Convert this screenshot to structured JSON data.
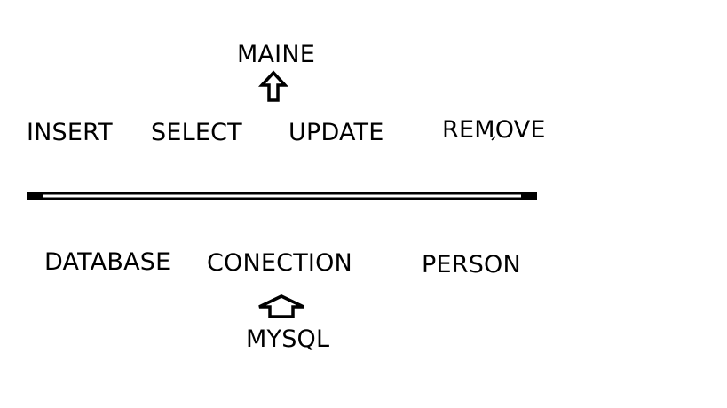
{
  "top_label": "MAINE",
  "operations": [
    "INSERT",
    "SELECT",
    "UPDATE",
    "REMOVE"
  ],
  "components": [
    "DATABASE",
    "CONECTION",
    "PERSON"
  ],
  "bottom_label": "MYSQL",
  "colors": {
    "ink": "#000000",
    "background": "#ffffff"
  },
  "icons": [
    "arrow-up-icon",
    "arrow-up-icon"
  ]
}
